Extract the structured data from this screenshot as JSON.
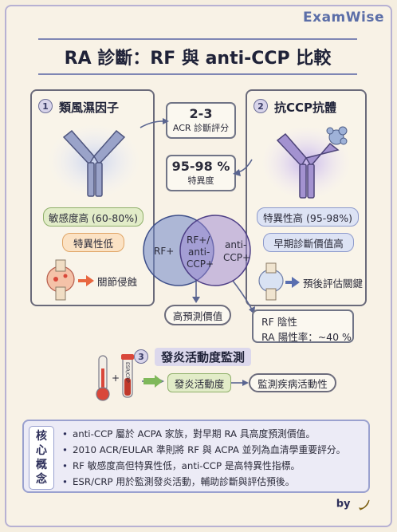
{
  "brand": "ExamWise",
  "title": "RA 診斷：RF 與 anti-CCP 比較",
  "left_panel": {
    "number": "1",
    "title": "類風濕因子",
    "sensitivity": "敏感度高 (60-80%)",
    "specificity": "特異性低",
    "joint_label": "關節侵蝕"
  },
  "right_panel": {
    "number": "2",
    "title": "抗CCP抗體",
    "specificity": "特異性高 (95-98%)",
    "early_value": "早期診斷價值高",
    "prognosis": "預後評估關鍵"
  },
  "center": {
    "score_value": "2-3",
    "score_label": "ACR 診斷評分",
    "spec_value": "95-98 %",
    "spec_label": "特異度",
    "venn_left": "RF+",
    "venn_mid_1": "RF+/",
    "venn_mid_2": "anti-",
    "venn_mid_3": "CCP+",
    "venn_right_1": "anti-",
    "venn_right_2": "CCP+",
    "high_predictive": "高預測價值",
    "rf_negative": "RF 陰性",
    "ra_positive_rate": "RA 陽性率：~40 %"
  },
  "section3": {
    "number": "3",
    "title": "發炎活動度監測",
    "plus": "+",
    "tube_label": "ESR/CRP",
    "activity": "發炎活動度",
    "monitor": "監測疾病活動性"
  },
  "core": {
    "label_chars": [
      "核",
      "心",
      "概",
      "念"
    ],
    "items": [
      "anti-CCP 屬於 ACPA 家族，對早期 RA 具高度預測價值。",
      "2010 ACR/EULAR 準則將 RF 與 ACPA 並列為血清學重要評分。",
      "RF 敏感度高但特異性低，anti-CCP 是高特異性指標。",
      "ESR/CRP 用於監測發炎活動，輔助診斷與評估預後。"
    ]
  },
  "byline": "by",
  "colors": {
    "accent": "#5b6ea8",
    "rf_circle": "#6f86c8",
    "ccp_circle": "#9b86d2",
    "green": "#8fb06a",
    "orange": "#e0a566"
  }
}
